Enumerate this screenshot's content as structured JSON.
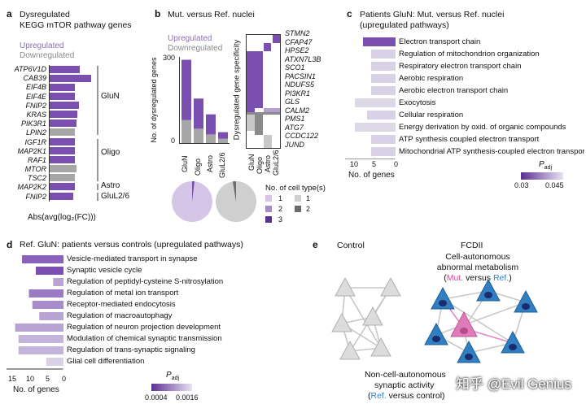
{
  "panel_a": {
    "letter": "a",
    "title": [
      "Dysregulated",
      "KEGG mTOR pathway genes"
    ],
    "legend_up": "Upregulated",
    "legend_down": "Downregulated",
    "xlabel": "Abs(avg(log₂(FC)))",
    "groups": [
      "GluN",
      "Oligo",
      "Astro",
      "GluL2/6"
    ],
    "genes": [
      "ATP6V1D",
      "CAB39",
      "EIF4B",
      "EIF4E",
      "FNIP2",
      "KRAS",
      "PIK3R1",
      "LPIN2",
      "IGF1R",
      "MAP2K1",
      "RAF1",
      "MTOR",
      "TSC2",
      "MAP2K2",
      "FNIP2"
    ],
    "colors": {
      "up": "#7b4fb0",
      "down": "#a6a6a6"
    }
  },
  "panel_b": {
    "letter": "b",
    "title": "Mut. versus Ref. nuclei",
    "legend_up": "Upregulated",
    "legend_down": "Downregulated",
    "ylabel": "No. of dysregulated genes",
    "yticks": [
      "300",
      "0"
    ],
    "heat_ylabel": "Dysregulated gene specificity",
    "genes": [
      "STMN2",
      "CFAP47",
      "HPSE2",
      "ATXN7L3B",
      "SCO1",
      "PACSIN1",
      "NDUFS5",
      "PI3KR1",
      "GLS",
      "CALM2",
      "PMS1",
      "ATG7",
      "CCDC122",
      "JUND"
    ],
    "legend_title": "No. of cell type(s)",
    "legend_items": [
      "1",
      "2",
      "3",
      "1",
      "2"
    ],
    "chart_data": {
      "type": "bar",
      "categories": [
        "GluN",
        "Oligo",
        "Astro",
        "GluL2/6"
      ],
      "series": [
        {
          "name": "Upregulated",
          "values": [
            210,
            105,
            70,
            23
          ]
        },
        {
          "name": "Downregulated",
          "values": [
            80,
            50,
            30,
            15
          ]
        }
      ],
      "ylim": [
        0,
        300
      ]
    }
  },
  "panel_c": {
    "letter": "c",
    "title": [
      "Patients GluN: Mut. versus Ref. nuclei",
      "(upregulated pathways)"
    ],
    "xlabel": "No. of genes",
    "xticks": [
      "10",
      "5",
      "0"
    ],
    "legend_title": "P",
    "legend_sub": "adj",
    "legend_ticks": [
      "0.03",
      "0.045"
    ],
    "chart_data": {
      "type": "bar",
      "categories": [
        "Electron transport chain",
        "Regulation of mitochondrion organization",
        "Respiratory electron transport chain",
        "Aerobic respiration",
        "Aerobic electron transport chain",
        "Exocytosis",
        "Cellular respiration",
        "Energy derivation by oxid. of organic compounds",
        "ATP synthesis coupled electron transport",
        "Mitochondrial ATP synthesis-coupled electron transport"
      ],
      "values": [
        8,
        6,
        6,
        6,
        6,
        10,
        7,
        10,
        6,
        6
      ],
      "xlim": [
        0,
        12
      ]
    }
  },
  "panel_d": {
    "letter": "d",
    "title": "Ref. GluN: patients versus controls (upregulated pathways)",
    "xlabel": "No. of genes",
    "xticks": [
      "15",
      "10",
      "5",
      "0"
    ],
    "legend_title": "P",
    "legend_sub": "adj",
    "legend_ticks": [
      "0.0004",
      "0.0016"
    ],
    "chart_data": {
      "type": "bar",
      "categories": [
        "Vesicle-mediated transport in synapse",
        "Synaptic vesicle cycle",
        "Regulation of peptidyl-cysteine S-nitrosylation",
        "Regulation of metal ion transport",
        "Receptor-mediated endocytosis",
        "Regulation of macroautophagy",
        "Regulation of neuron projection development",
        "Modulation of chemical synaptic transmission",
        "Regulation of trans-synaptic signaling",
        "Glial cell differentiation"
      ],
      "values": [
        12,
        8,
        3,
        10,
        9,
        7,
        14,
        13,
        13,
        5
      ],
      "xlim": [
        0,
        16
      ]
    }
  },
  "panel_e": {
    "letter": "e",
    "control_label": "Control",
    "fcdii_label": "FCDII",
    "note1_lines": [
      "Cell-autonomous",
      "abnormal metabolism"
    ],
    "note1_mut": "Mut.",
    "note1_mid": " versus ",
    "note1_ref": "Ref.",
    "note1_end": ")",
    "note2_lines": [
      "Non-cell-autonomous",
      "synaptic activity"
    ],
    "note2_ref": "Ref.",
    "note2_end": " versus control)"
  },
  "watermark": "知乎 @Evil Genius"
}
